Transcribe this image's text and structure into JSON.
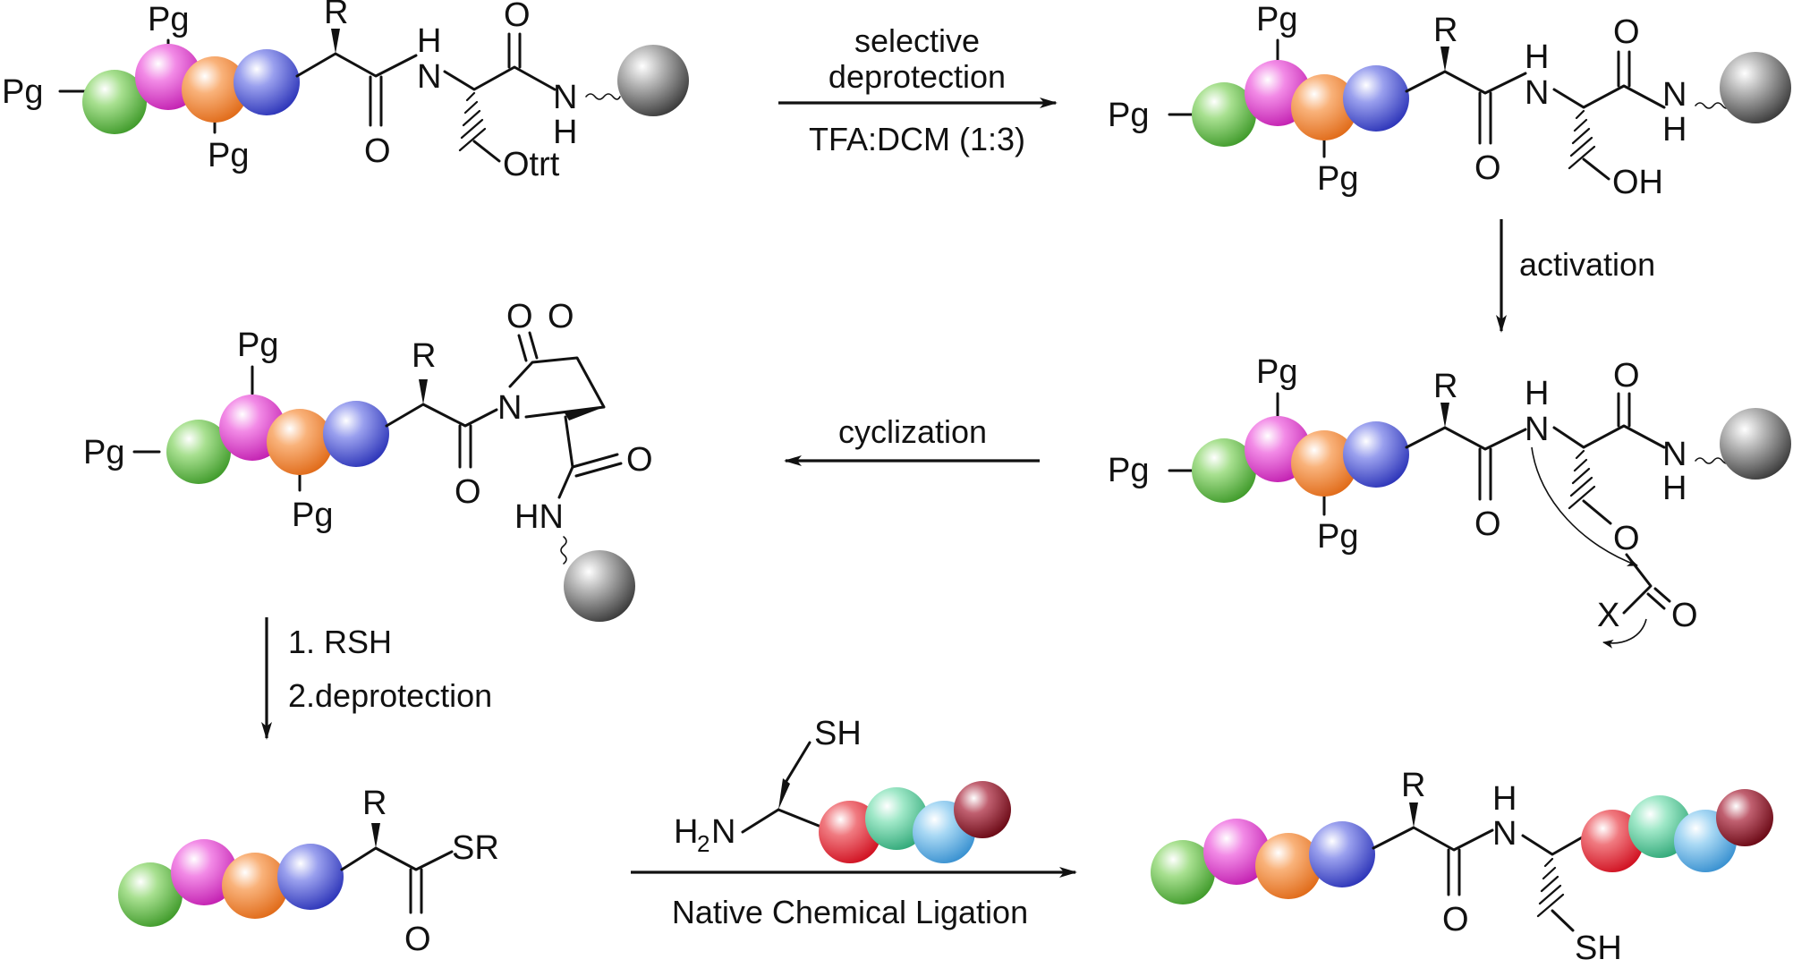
{
  "atoms": {
    "pg": "Pg",
    "r": "R",
    "h": "H",
    "o": "O",
    "n": "N",
    "otrt": "Otrt",
    "oh": "OH",
    "x": "X",
    "hn": "HN",
    "sr": "SR",
    "sh": "SH",
    "h2n_h": "H",
    "h2n_sub": "2",
    "h2n_n": "N"
  },
  "reactions": {
    "step1_line1": "selective",
    "step1_line2": "deprotection",
    "step1_reagent": "TFA:DCM (1:3)",
    "step2": "activation",
    "step3": "cyclization",
    "step4_line1": "1. RSH",
    "step4_line2": "2.deprotection",
    "step5": "Native Chemical Ligation"
  },
  "colors": {
    "green": "#6cc24a",
    "magenta": "#e03ccf",
    "orange": "#f08a3c",
    "blue": "#5560d8",
    "red": "#e8303a",
    "teal": "#5ad0a0",
    "cyan": "#60b8e8",
    "maroon": "#8a1020",
    "resin": "#9a9a9a"
  }
}
